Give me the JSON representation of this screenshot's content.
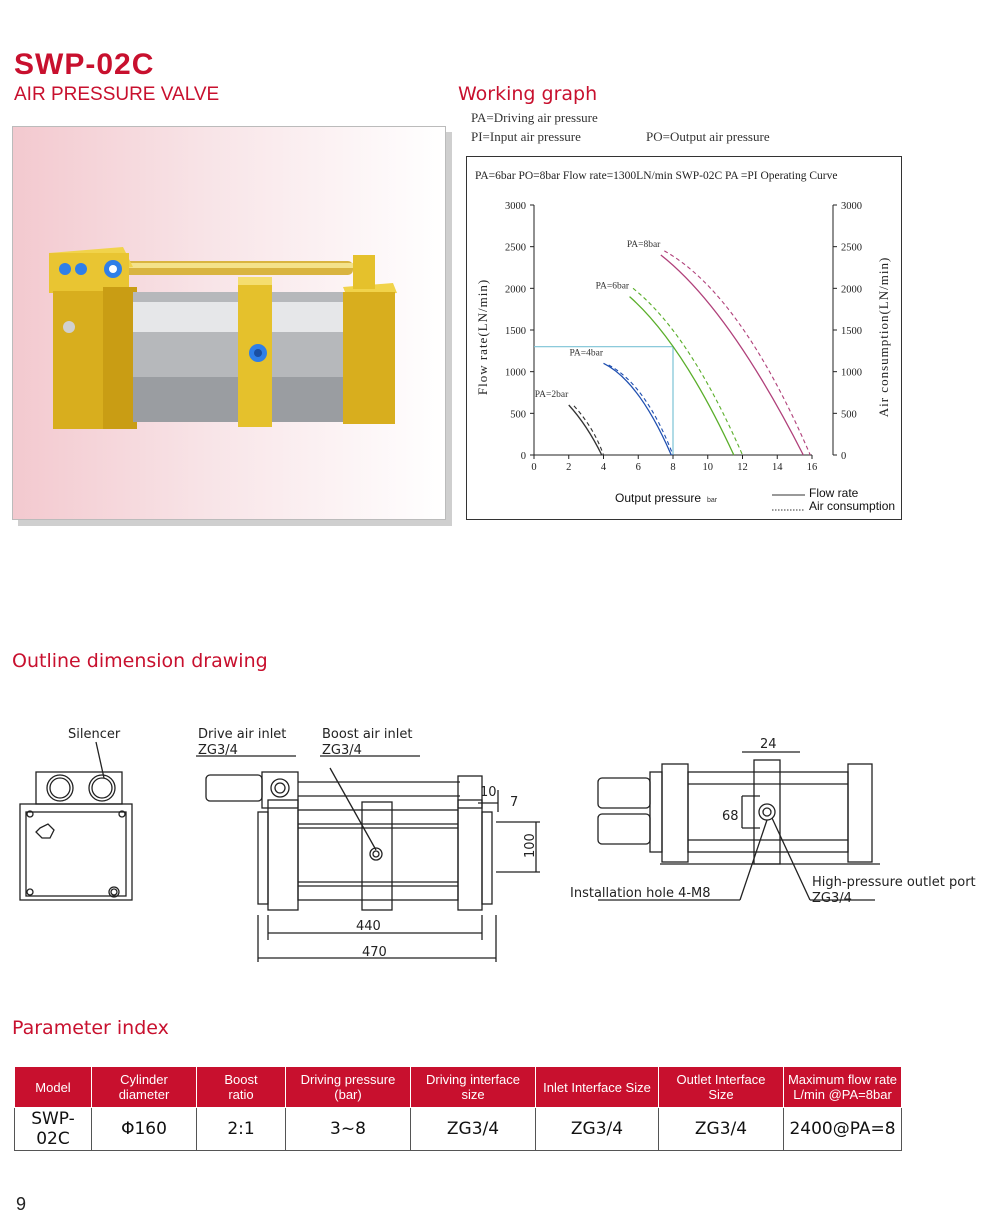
{
  "header": {
    "model": "SWP-02C",
    "subtitle": "AIR PRESSURE VALVE"
  },
  "working_graph": {
    "section_title": "Working graph",
    "legend_notes": [
      "PA=Driving air pressure",
      "PI=Input air pressure",
      "PO=Output air pressure"
    ],
    "chart_data": {
      "type": "line",
      "title": "PA=6bar PO=8bar  Flow rate=1300LN/min SWP-02C PA =PI Operating Curve",
      "xlabel": "Output pressure",
      "xlabel_unit": "bar",
      "ylabel": "Flow rate(LN/min)",
      "y2label": "Air consumption(LN/min)",
      "xlim": [
        0,
        16
      ],
      "ylim": [
        0,
        3000
      ],
      "xticks": [
        "0",
        "2",
        "4",
        "6",
        "8",
        "10",
        "12",
        "14",
        "16"
      ],
      "yticks": [
        "0",
        "500",
        "1000",
        "1500",
        "2000",
        "2500",
        "3000"
      ],
      "legend": [
        {
          "label": "Flow rate",
          "style": "solid"
        },
        {
          "label": "Air consumption",
          "style": "dotted"
        }
      ],
      "operating_point": {
        "x": 8,
        "y": 1300
      },
      "series": [
        {
          "name": "PA=2bar",
          "color": "#333333",
          "flow_rate": [
            [
              2,
              600
            ],
            [
              3,
              330
            ],
            [
              3.9,
              0
            ]
          ],
          "air_consumption": [
            [
              2.3,
              590
            ],
            [
              3.3,
              310
            ],
            [
              4.0,
              0
            ]
          ]
        },
        {
          "name": "PA=4bar",
          "color": "#1f4fb0",
          "flow_rate": [
            [
              4,
              1100
            ],
            [
              6,
              720
            ],
            [
              7.9,
              0
            ]
          ],
          "air_consumption": [
            [
              4.3,
              1080
            ],
            [
              6.3,
              690
            ],
            [
              8.0,
              0
            ]
          ]
        },
        {
          "name": "PA=6bar",
          "color": "#5aae2a",
          "flow_rate": [
            [
              5.5,
              1900
            ],
            [
              8.5,
              1150
            ],
            [
              11.5,
              0
            ]
          ],
          "air_consumption": [
            [
              5.7,
              2000
            ],
            [
              8.9,
              1230
            ],
            [
              12.0,
              0
            ]
          ]
        },
        {
          "name": "PA=8bar",
          "color": "#b0407a",
          "flow_rate": [
            [
              7.3,
              2400
            ],
            [
              11.3,
              1480
            ],
            [
              15.5,
              0
            ]
          ],
          "air_consumption": [
            [
              7.5,
              2450
            ],
            [
              11.8,
              1580
            ],
            [
              15.9,
              0
            ]
          ]
        }
      ]
    }
  },
  "outline": {
    "section_title": "Outline dimension drawing",
    "labels": {
      "silencer": "Silencer",
      "drive_inlet": "Drive air inlet",
      "drive_inlet_thread": "ZG3/4",
      "boost_inlet": "Boost air inlet",
      "boost_inlet_thread": "ZG3/4",
      "install_hole": "Installation hole 4-M8",
      "outlet_port": "High-pressure outlet port",
      "outlet_thread": "ZG3/4"
    },
    "dimensions": {
      "d10": "10",
      "d7": "7",
      "d100": "100",
      "d440": "440",
      "d470": "470",
      "d24": "24",
      "d68": "68"
    }
  },
  "parameters": {
    "section_title": "Parameter index",
    "headers": [
      "Model",
      "Cylinder\ndiameter",
      "Boost\nratio",
      "Driving pressure\n(bar)",
      "Driving interface\nsize",
      "Inlet Interface Size",
      "Outlet Interface\nSize",
      "Maximum flow rate\nL/min @PA=8bar"
    ],
    "rows": [
      [
        "SWP-02C",
        "Φ160",
        "2:1",
        "3~8",
        "ZG3/4",
        "ZG3/4",
        "ZG3/4",
        "2400@PA=8"
      ]
    ]
  },
  "footer": {
    "page_number": "9"
  }
}
